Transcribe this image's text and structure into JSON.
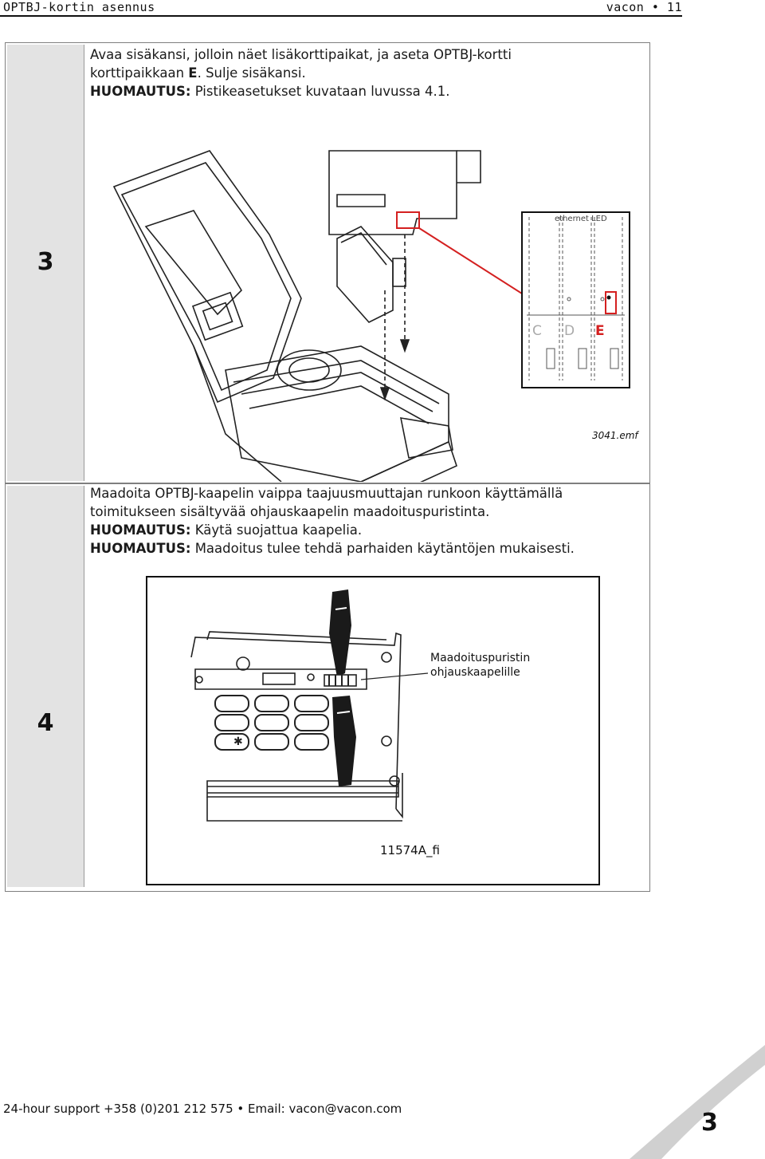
{
  "header": {
    "section_title": "OPTBJ-kortin asennus",
    "brand_page": "vacon • 11"
  },
  "step3": {
    "number": "3",
    "line1": "Avaa sisäkansi, jolloin näet lisäkorttipaikat, ja aseta OPTBJ-kortti",
    "line2_a": "korttipaikkaan ",
    "line2_slot": "E",
    "line2_b": ". Sulje sisäkansi.",
    "note_label": "HUOMAUTUS:",
    "note_text": " Pistikeasetukset kuvataan luvussa 4.1.",
    "slot_c": "C",
    "slot_d": "D",
    "slot_e": "E",
    "board_label": "ethernet LED",
    "figure_id": "3041.emf"
  },
  "step4": {
    "number": "4",
    "line1": "Maadoita OPTBJ-kaapelin vaippa taajuusmuuttajan runkoon käyttämällä",
    "line2": "toimitukseen sisältyvää ohjauskaapelin maadoituspuristinta.",
    "note1_label": "HUOMAUTUS:",
    "note1_text": " Käytä suojattua kaapelia.",
    "note2_label": "HUOMAUTUS:",
    "note2_text": " Maadoitus tulee tehdä parhaiden käytäntöjen mukaisesti.",
    "callout_line1": "Maadoituspuristin",
    "callout_line2": "ohjauskaapelille",
    "figure_id": "11574A_fi"
  },
  "footer": {
    "support": "24-hour support +358 (0)201 212 575 • Email: vacon@vacon.com",
    "page_number": "3"
  },
  "colors": {
    "accent_red": "#d42020",
    "cell_gray": "#e3e3e3"
  }
}
